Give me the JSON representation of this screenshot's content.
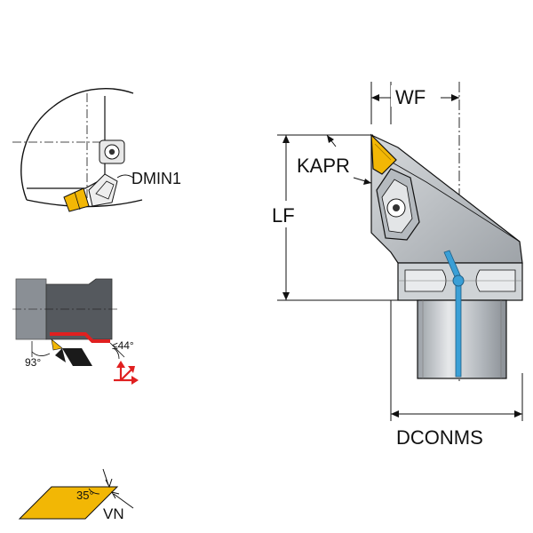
{
  "labels": {
    "dmin1": "DMIN1",
    "wf": "WF",
    "kapr": "KAPR",
    "lf": "LF",
    "dconms": "DCONMS",
    "angle_93": "93°",
    "angle_44": "≤44°",
    "insert_angle": "35°",
    "vn": "VN"
  },
  "colors": {
    "insert_yellow": "#f2b705",
    "coolant_blue": "#3a9fd6",
    "red_marker": "#e02020",
    "steel_dark": "#55595e",
    "steel_mid": "#8a8f95",
    "steel_light": "#c9cdd1"
  }
}
